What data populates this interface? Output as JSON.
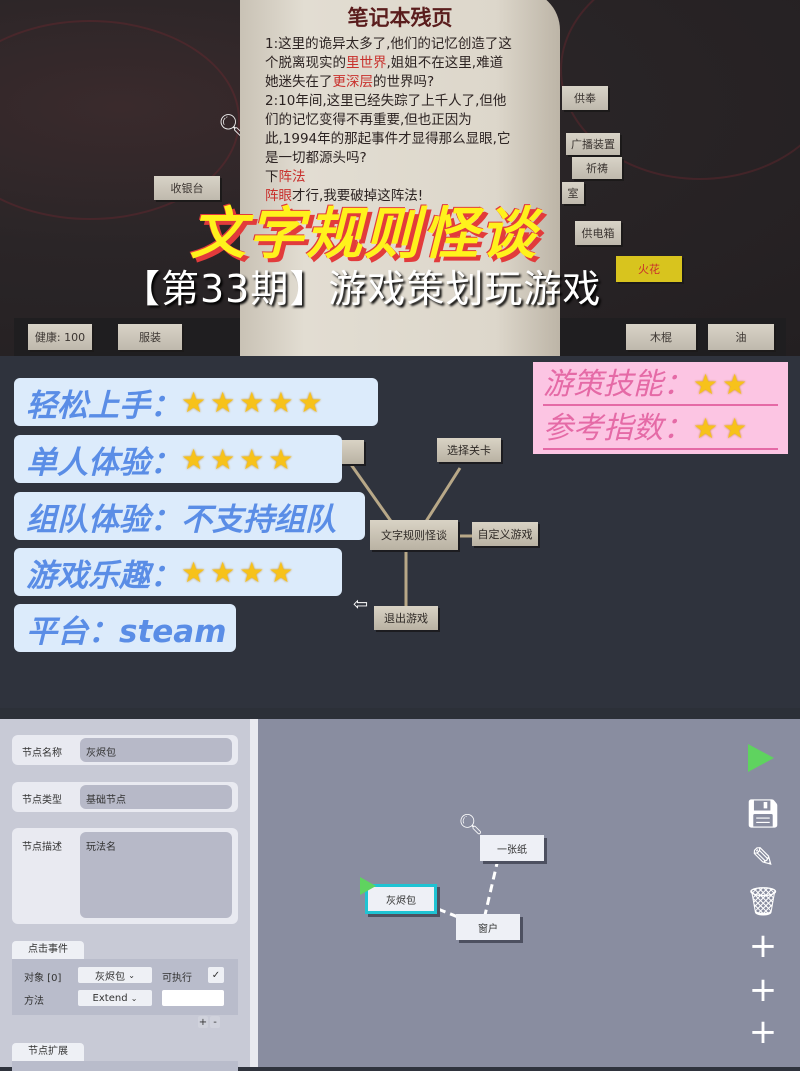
{
  "notebook": {
    "title": "笔记本残页",
    "lines": [
      [
        {
          "t": "1:这里的诡异太多了,他们的记忆创造了这"
        }
      ],
      [
        {
          "t": "个脱离现实的"
        },
        {
          "t": "里世界",
          "red": true
        },
        {
          "t": ",姐姐不在这里,难道"
        }
      ],
      [
        {
          "t": "她迷失在了"
        },
        {
          "t": "更深层",
          "red": true
        },
        {
          "t": "的世界吗?"
        }
      ],
      [
        {
          "t": "2:10年间,这里已经失踪了上千人了,但他"
        }
      ],
      [
        {
          "t": "们的记忆变得不再重要,但也正因为"
        }
      ],
      [
        {
          "t": "此,1994年的那起事件才显得那么显眼,它"
        }
      ],
      [
        {
          "t": "是一切都源头吗?"
        }
      ],
      [
        {
          "t": "下"
        },
        {
          "t": "阵法",
          "red": true
        }
      ],
      [
        {
          "t": "阵眼",
          "red": true
        },
        {
          "t": "才行,我要破掉这阵法!"
        }
      ]
    ]
  },
  "game_nodes": {
    "offering": "供奉",
    "broadcast": "广播装置",
    "pray": "祈祷",
    "power_box": "供电箱",
    "spark": "火花",
    "cashier": "收银台",
    "room": "室"
  },
  "inventory": {
    "health": "健康: 100",
    "clothes": "服装",
    "stick": "木棍",
    "oil": "油"
  },
  "overlay": {
    "title": "文字规则怪谈",
    "subtitle": "【第33期】游戏策划玩游戏"
  },
  "ratings": [
    {
      "label": "轻松上手：",
      "stars": 5
    },
    {
      "label": "单人体验：",
      "stars": 4
    },
    {
      "label": "组队体验：不支持组队",
      "stars": 0
    },
    {
      "label": "游戏乐趣：",
      "stars": 4
    },
    {
      "label": "平台：steam",
      "stars": 0
    }
  ],
  "planner": [
    {
      "label": "游策技能：",
      "stars": 2
    },
    {
      "label": "参考指数：",
      "stars": 2
    }
  ],
  "menu": {
    "center": "文字规则怪谈",
    "select_level": "选择关卡",
    "custom_game": "自定义游戏",
    "exit_game": "退出游戏"
  },
  "editor": {
    "node_name_label": "节点名称",
    "node_name": "灰烬包",
    "node_type_label": "节点类型",
    "node_type": "基础节点",
    "node_desc_label": "节点描述",
    "node_desc": "玩法名",
    "click_event_tab": "点击事件",
    "object_label": "对象 [0]",
    "object_value": "灰烬包",
    "executable_label": "可执行",
    "executable": true,
    "method_label": "方法",
    "method_value": "Extend",
    "add": "+",
    "remove": "-",
    "extend_tab": "节点扩展",
    "canvas_nodes": {
      "ash_bag": "灰烬包",
      "paper": "一张纸",
      "window": "窗户"
    }
  },
  "colors": {
    "rating_bg": "#dcebfb",
    "rating_text": "#5a8de6",
    "pink_bg": "#fcc5e3",
    "play": "#5fd35f",
    "selected": "#1fc3d3"
  }
}
